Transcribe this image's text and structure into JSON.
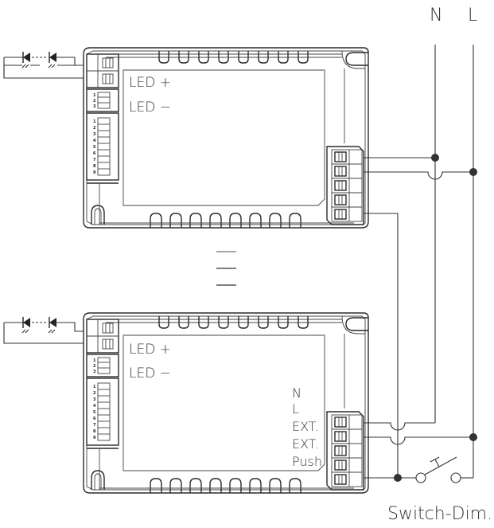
{
  "supply": {
    "neutral_label": "N",
    "live_label": "L"
  },
  "drivers": [
    {
      "id": "driver-1",
      "output_labels": {
        "led_plus": "LED +",
        "led_minus": "LED −"
      },
      "dip_switch_small": [
        "1",
        "2",
        "3"
      ],
      "dip_switch_large": [
        "1",
        "2",
        "3",
        "4",
        "5",
        "6",
        "7",
        "8",
        "9"
      ],
      "terminal_count": 5
    },
    {
      "id": "driver-2",
      "output_labels": {
        "led_plus": "LED +",
        "led_minus": "LED −"
      },
      "terminal_labels": [
        "N",
        "L",
        "EXT.",
        "EXT.",
        "Push"
      ],
      "dip_switch_small": [
        "1",
        "2",
        "3"
      ],
      "dip_switch_large": [
        "1",
        "2",
        "3",
        "4",
        "5",
        "6",
        "7",
        "8",
        "9"
      ],
      "terminal_count": 5
    }
  ],
  "switch": {
    "label": "Switch-Dim."
  },
  "continuation_marks": 3,
  "colors": {
    "line": "#333333",
    "background": "#ffffff"
  }
}
